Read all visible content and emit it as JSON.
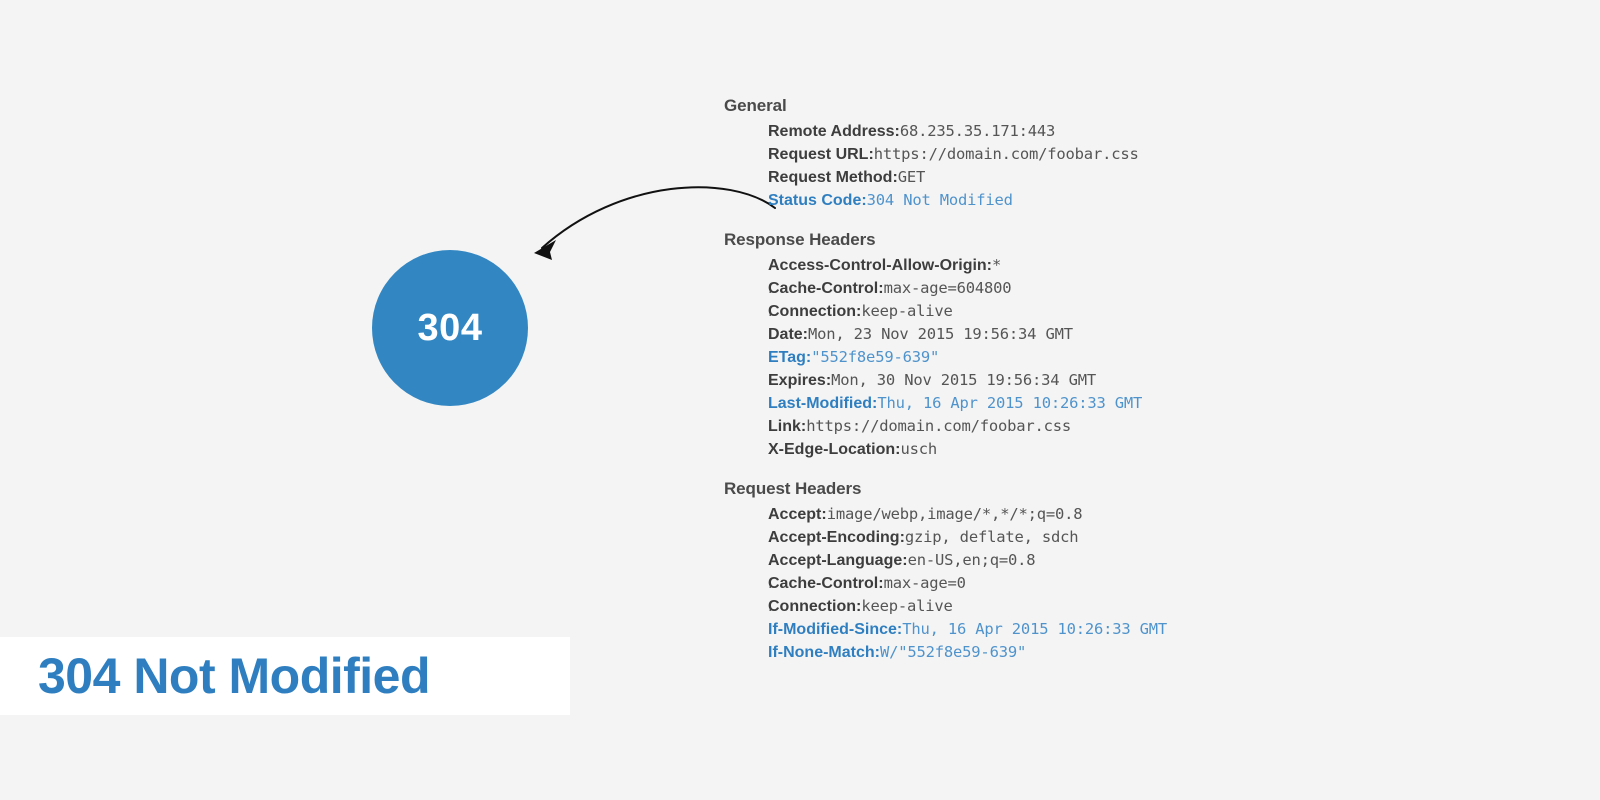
{
  "page": {
    "background_color": "#f4f4f4",
    "accent_color": "#2f7fc0",
    "circle_color": "#3287c3"
  },
  "status_badge": {
    "code": "304",
    "icon": "status-circle-icon"
  },
  "banner": {
    "title": "304 Not Modified"
  },
  "arrow": {
    "icon": "curved-arrow-icon"
  },
  "bullet_glyph": ".",
  "sections": [
    {
      "heading": "General",
      "rows": [
        {
          "key": "Remote Address:",
          "value": "68.235.35.171:443",
          "highlight": false
        },
        {
          "key": "Request URL:",
          "value": "https://domain.com/foobar.css",
          "highlight": false
        },
        {
          "key": "Request Method:",
          "value": "GET",
          "highlight": false
        },
        {
          "key": "Status Code:",
          "value": "304 Not Modified",
          "highlight": true
        }
      ]
    },
    {
      "heading": "Response Headers",
      "rows": [
        {
          "key": "Access-Control-Allow-Origin:",
          "value": "*",
          "highlight": false
        },
        {
          "key": "Cache-Control:",
          "value": "max-age=604800",
          "highlight": false
        },
        {
          "key": "Connection:",
          "value": "keep-alive",
          "highlight": false
        },
        {
          "key": "Date:",
          "value": "Mon, 23 Nov 2015 19:56:34 GMT",
          "highlight": false
        },
        {
          "key": "ETag:",
          "value": "\"552f8e59-639\"",
          "highlight": true
        },
        {
          "key": "Expires:",
          "value": "Mon, 30 Nov 2015 19:56:34 GMT",
          "highlight": false
        },
        {
          "key": "Last-Modified:",
          "value": "Thu, 16 Apr 2015 10:26:33 GMT",
          "highlight": true
        },
        {
          "key": "Link:",
          "value": "https://domain.com/foobar.css",
          "highlight": false
        },
        {
          "key": "X-Edge-Location:",
          "value": "usch",
          "highlight": false
        }
      ]
    },
    {
      "heading": "Request Headers",
      "rows": [
        {
          "key": "Accept:",
          "value": "image/webp,image/*,*/*;q=0.8",
          "highlight": false
        },
        {
          "key": "Accept-Encoding:",
          "value": "gzip, deflate, sdch",
          "highlight": false
        },
        {
          "key": "Accept-Language:",
          "value": "en-US,en;q=0.8",
          "highlight": false
        },
        {
          "key": "Cache-Control:",
          "value": "max-age=0",
          "highlight": false
        },
        {
          "key": "Connection:",
          "value": "keep-alive",
          "highlight": false
        },
        {
          "key": "If-Modified-Since:",
          "value": "Thu, 16 Apr 2015 10:26:33 GMT",
          "highlight": true
        },
        {
          "key": "If-None-Match:",
          "value": "W/\"552f8e59-639\"",
          "highlight": true
        }
      ]
    }
  ]
}
